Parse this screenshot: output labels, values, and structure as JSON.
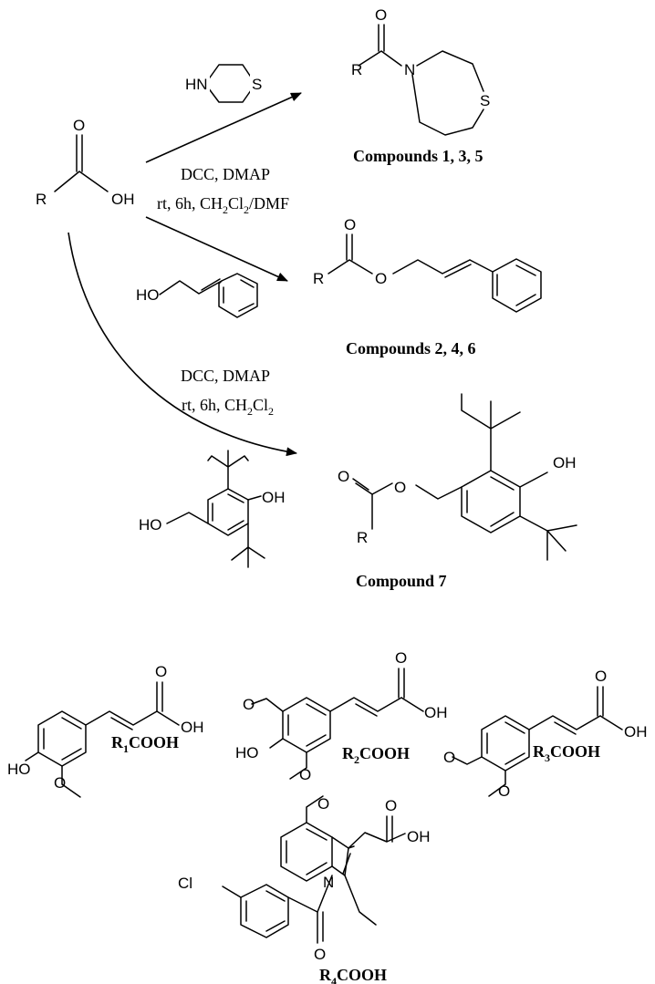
{
  "conditions": {
    "step1_line1": "DCC, DMAP",
    "step1_line2_parts": [
      "rt, 6h, CH",
      "2",
      "Cl",
      "2",
      "/DMF"
    ],
    "step2_line1": "DCC, DMAP",
    "step2_line2_parts": [
      "rt, 6h, CH",
      "2",
      "Cl",
      "2"
    ]
  },
  "products": {
    "thiomorpholide": "Compounds 1, 3, 5",
    "cinnamyl_ester": "Compounds 2, 4, 6",
    "phenol_ester": "Compound 7"
  },
  "acids": {
    "r1": [
      "R",
      "1",
      "COOH"
    ],
    "r2": [
      "R",
      "2",
      "COOH"
    ],
    "r3": [
      "R",
      "3",
      "COOH"
    ],
    "r4": [
      "R",
      "4",
      "COOH"
    ]
  },
  "atoms": {
    "R": "R",
    "O": "O",
    "OH": "OH",
    "HO": "HO",
    "HN": "HN",
    "N": "N",
    "S": "S",
    "Cl": "Cl"
  }
}
